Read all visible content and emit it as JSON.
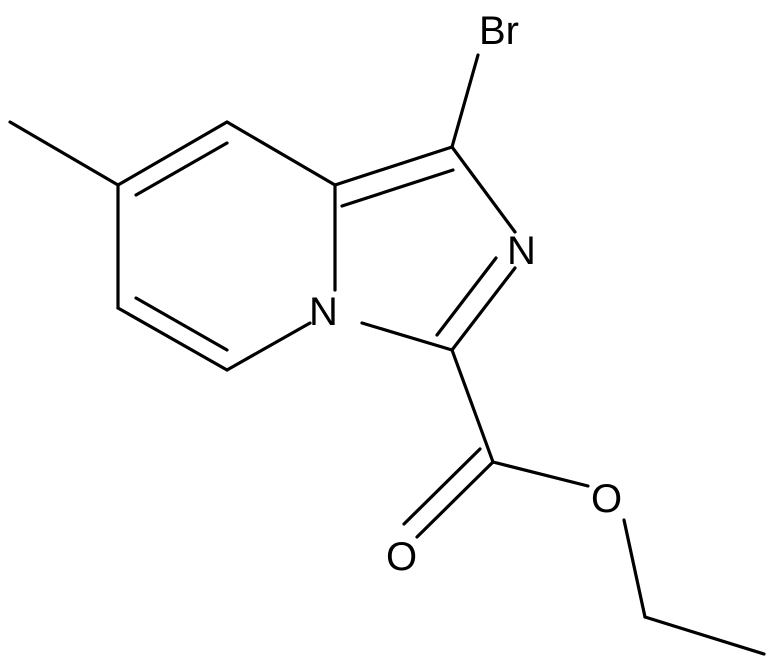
{
  "atoms": {
    "br": "Br",
    "n_bridge": "N",
    "n_ring": "N",
    "o_carbonyl": "O",
    "o_ester": "O"
  },
  "colors": {
    "bond": "#000000",
    "background": "#ffffff"
  }
}
